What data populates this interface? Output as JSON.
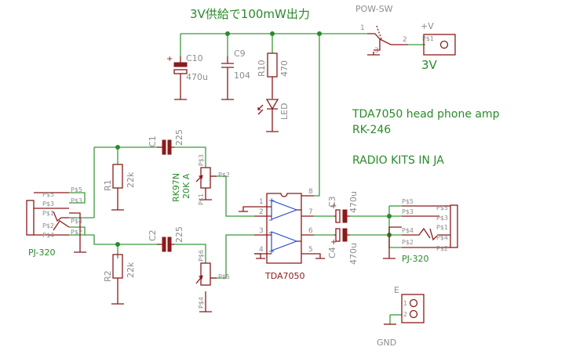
{
  "header": {
    "title": "3V供給で100mW出力",
    "description_line1": "TDA7050 head phone amp",
    "description_line2": "RK-246",
    "kit_label": "RADIO KITS IN JA"
  },
  "power": {
    "switch_name": "POW-SW",
    "switch_pins": [
      "1",
      "2",
      "3"
    ],
    "vplus_label": "+V",
    "terminal_pin": "P$1",
    "voltage": "3V"
  },
  "components": {
    "c10": {
      "name": "C10",
      "value": "470u"
    },
    "c9": {
      "name": "C9",
      "value": "104"
    },
    "r10": {
      "name": "R10",
      "value": "470"
    },
    "led": {
      "name": "LED"
    },
    "c1": {
      "name": "C1",
      "value": "225"
    },
    "c2": {
      "name": "C2",
      "value": "225"
    },
    "r1": {
      "name": "R1",
      "value": "22k"
    },
    "r2": {
      "name": "R2",
      "value": "22k"
    },
    "vol": {
      "name": "RK97N",
      "value": "20K A",
      "pins_top": [
        "P$3",
        "P$2",
        "P$1"
      ],
      "pins_bottom": [
        "P$6",
        "P$5",
        "P$4"
      ]
    },
    "c3": {
      "name": "C3",
      "value": "470u"
    },
    "c4": {
      "name": "C4",
      "value": "470u"
    },
    "ic": {
      "name": "TDA7050",
      "pins_left": [
        "1",
        "2",
        "3",
        "4"
      ],
      "pins_right": [
        "8",
        "7",
        "6",
        "5"
      ]
    },
    "jack_in": {
      "name": "PJ-320",
      "pins": [
        "P$5",
        "P$3",
        "P$1",
        "P$2",
        "P$4"
      ]
    },
    "jack_out": {
      "name": "PJ-320",
      "pins": [
        "P$5",
        "P$3",
        "P$1",
        "P$4",
        "P$2"
      ]
    },
    "ground_terminal": {
      "name": "E",
      "pins": [
        "1",
        "2"
      ],
      "gnd_label": "GND"
    }
  }
}
